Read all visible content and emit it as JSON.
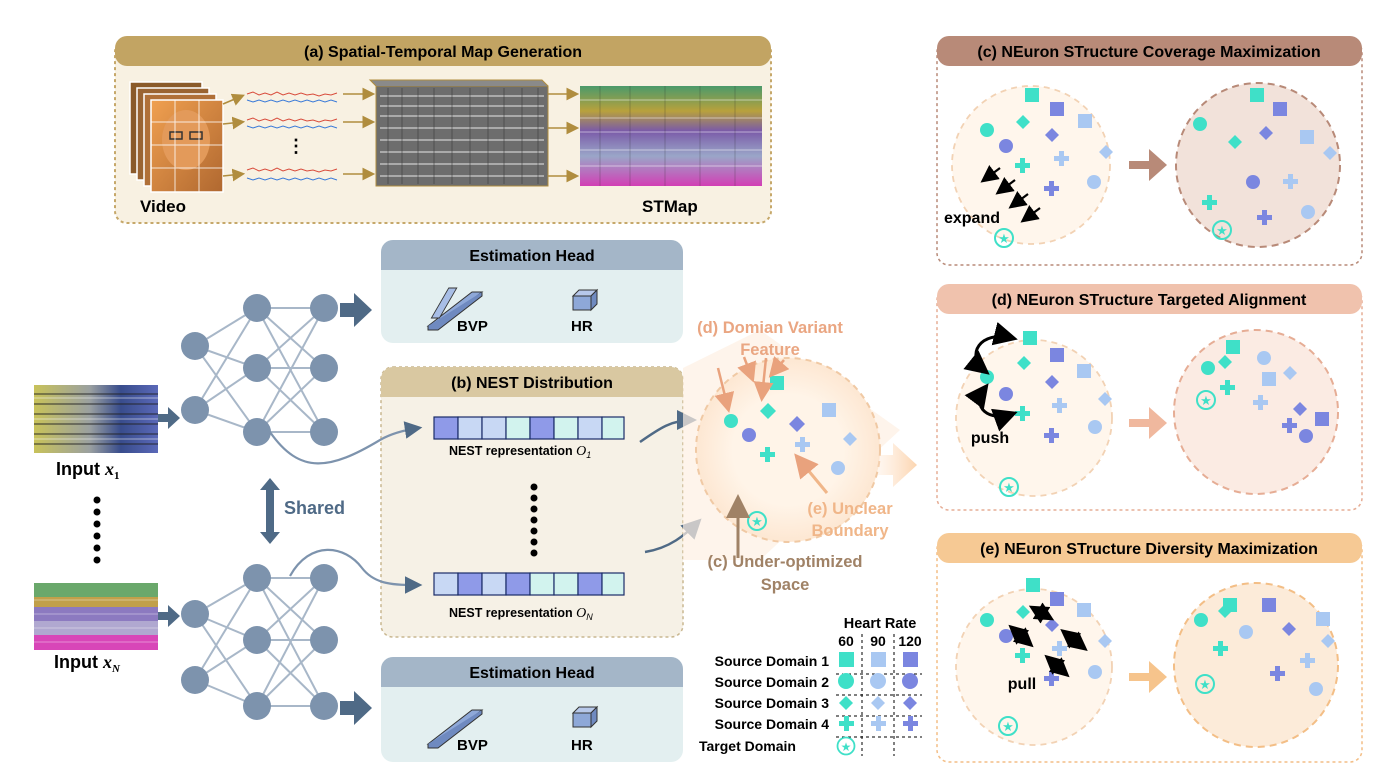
{
  "panel_a": {
    "title": "(a) Spatial-Temporal Map Generation",
    "video_label": "Video",
    "ellipsis": "⋮",
    "stmap_label": "STMap"
  },
  "estimation_head_top": {
    "title": "Estimation Head",
    "bvp": "BVP",
    "hr": "HR"
  },
  "estimation_head_bottom": {
    "title": "Estimation Head",
    "bvp": "BVP",
    "hr": "HR"
  },
  "panel_b": {
    "title": "(b) NEST Distribution",
    "rep1_label": "NEST representation",
    "rep1_var": "O",
    "rep1_sub": "1",
    "repN_label": "NEST representation",
    "repN_var": "O",
    "repN_sub": "N"
  },
  "inputs": {
    "input1": "Input",
    "input1_var": "x",
    "input1_sub": "1",
    "inputN": "Input",
    "inputN_var": "x",
    "inputN_sub": "N"
  },
  "shared_label": "Shared",
  "center": {
    "domain_variant_1": "(d) Domian Variant",
    "domain_variant_2": "Feature",
    "unclear_1": "(e) Unclear",
    "unclear_2": "Boundary",
    "under_1": "(c) Under-optimized",
    "under_2": "Space"
  },
  "panel_c": {
    "title": "(c) NEuron STructure Coverage Maximization",
    "action": "expand"
  },
  "panel_d": {
    "title": "(d) NEuron STructure Targeted Alignment",
    "action": "push"
  },
  "panel_e": {
    "title": "(e) NEuron STructure Diversity Maximization",
    "action": "pull"
  },
  "legend": {
    "title": "Heart Rate",
    "cols": [
      "60",
      "90",
      "120"
    ],
    "rows": [
      "Source Domain 1",
      "Source Domain 2",
      "Source Domain 3",
      "Source Domain 4",
      "Target Domain"
    ]
  },
  "colors": {
    "teal": "#3fe0c8",
    "blue": "#7b86e0",
    "light_blue": "#a9c8f2",
    "panel_a": "#c2a463",
    "panel_c": "#b88a78",
    "panel_d": "#e6ad95",
    "panel_e": "#f3be86",
    "node": "#7d93ad"
  }
}
